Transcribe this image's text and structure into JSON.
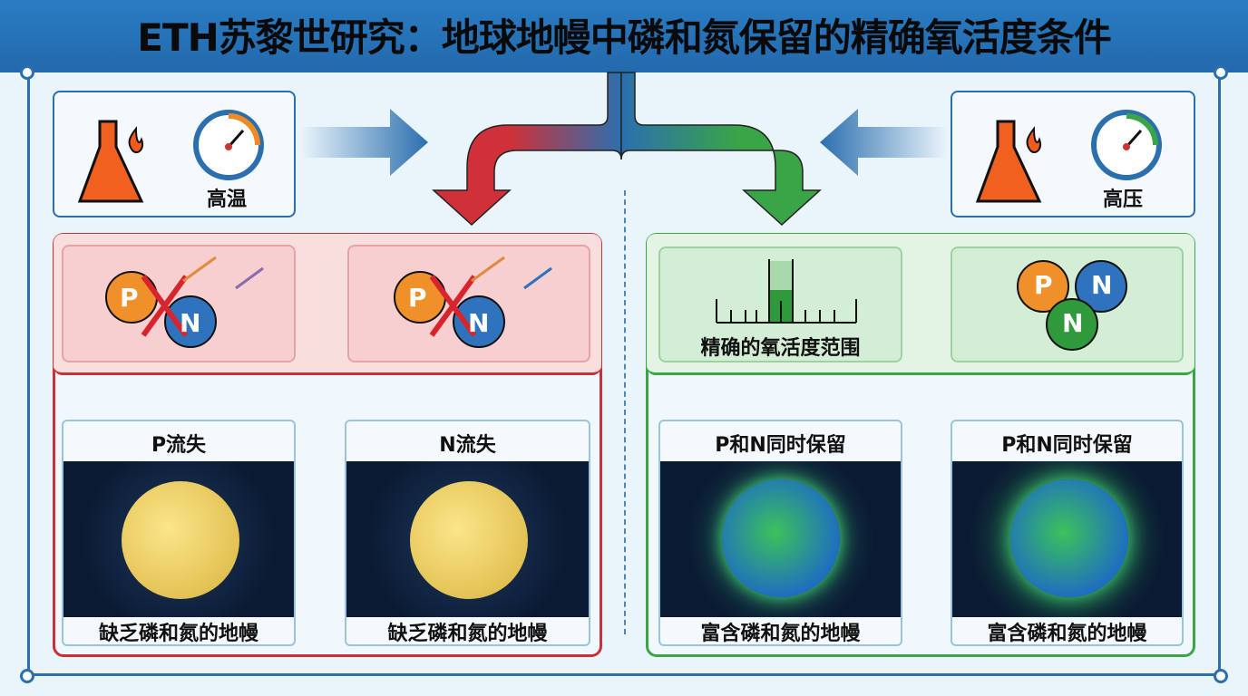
{
  "title": "ETH苏黎世研究：地球地幔中磷和氮保留的精确氧活度条件",
  "conditions": {
    "left": "高温",
    "right": "高压"
  },
  "red_panel": {
    "atoms": {
      "p": "P",
      "n": "N"
    },
    "cards": [
      {
        "title": "P流失",
        "caption": "缺乏磷和氮的地幔"
      },
      {
        "title": "N流失",
        "caption": "缺乏磷和氮的地幔"
      }
    ]
  },
  "green_panel": {
    "range_label": "精确的氧活度范围",
    "atoms": {
      "p": "P",
      "n1": "N",
      "n2": "N"
    },
    "cards": [
      {
        "title": "P和N同时保留",
        "caption": "富含磷和氮的地幔"
      },
      {
        "title": "P和N同时保留",
        "caption": "富含磷和氮的地幔"
      }
    ]
  },
  "colors": {
    "red": "#c8303a",
    "green": "#3aa546",
    "blue": "#2b6fae",
    "orange": "#f08a24"
  }
}
